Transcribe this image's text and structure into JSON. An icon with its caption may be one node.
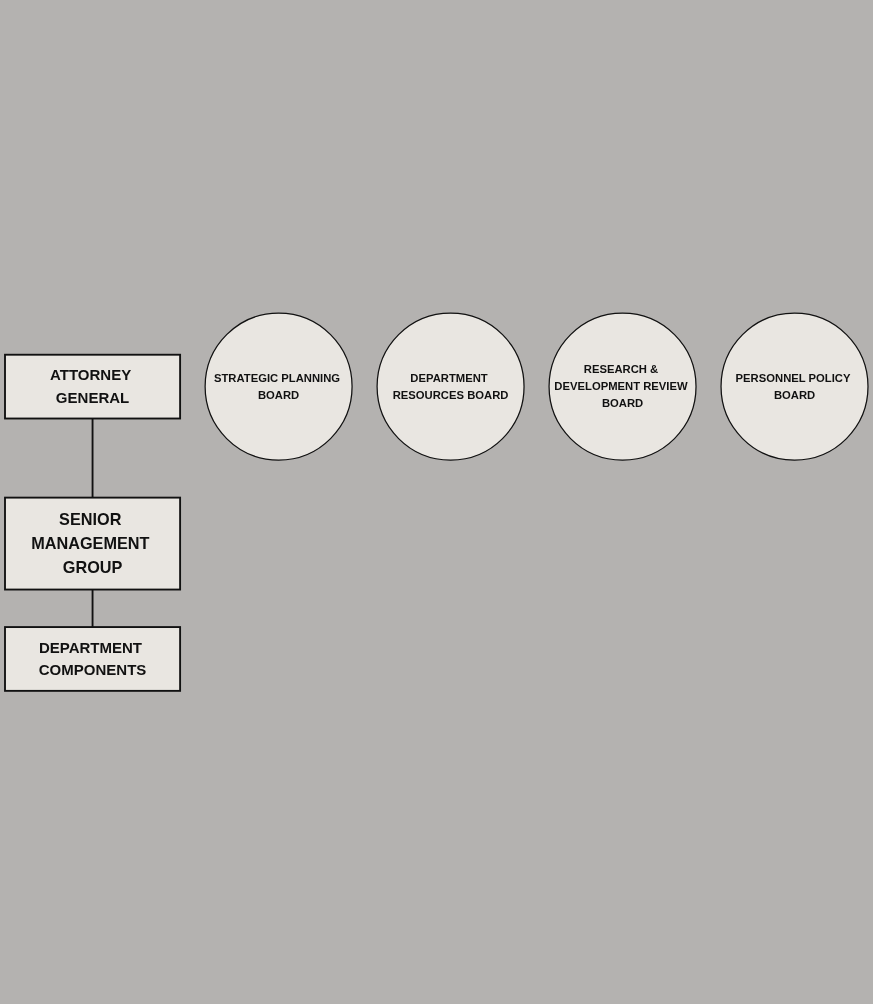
{
  "diagram": {
    "nodes": [
      {
        "text": [
          "ATTORNEY GENERAL"
        ]
      },
      {
        "text": [
          "STRATEGIC PLANNING BOARD"
        ]
      },
      {
        "text": [
          "DEPARTMENT RESOURCES BOARD"
        ]
      },
      {
        "text": [
          "SENIOR MANAGEMENT GROUP"
        ]
      },
      {
        "text": [
          "RESEARCH & DEVELOPMENT REVIEW BOARD"
        ]
      },
      {
        "text": [
          "PERSONNEL POLICY BOARD"
        ]
      },
      {
        "text": [
          "DEPARTMENT COMPONENTS"
        ]
      }
    ],
    "edges": [
      {
        "from": 0,
        "to": 3,
        "arrow": "none"
      },
      {
        "from": 3,
        "to": 6,
        "arrow": "none"
      }
    ]
  }
}
